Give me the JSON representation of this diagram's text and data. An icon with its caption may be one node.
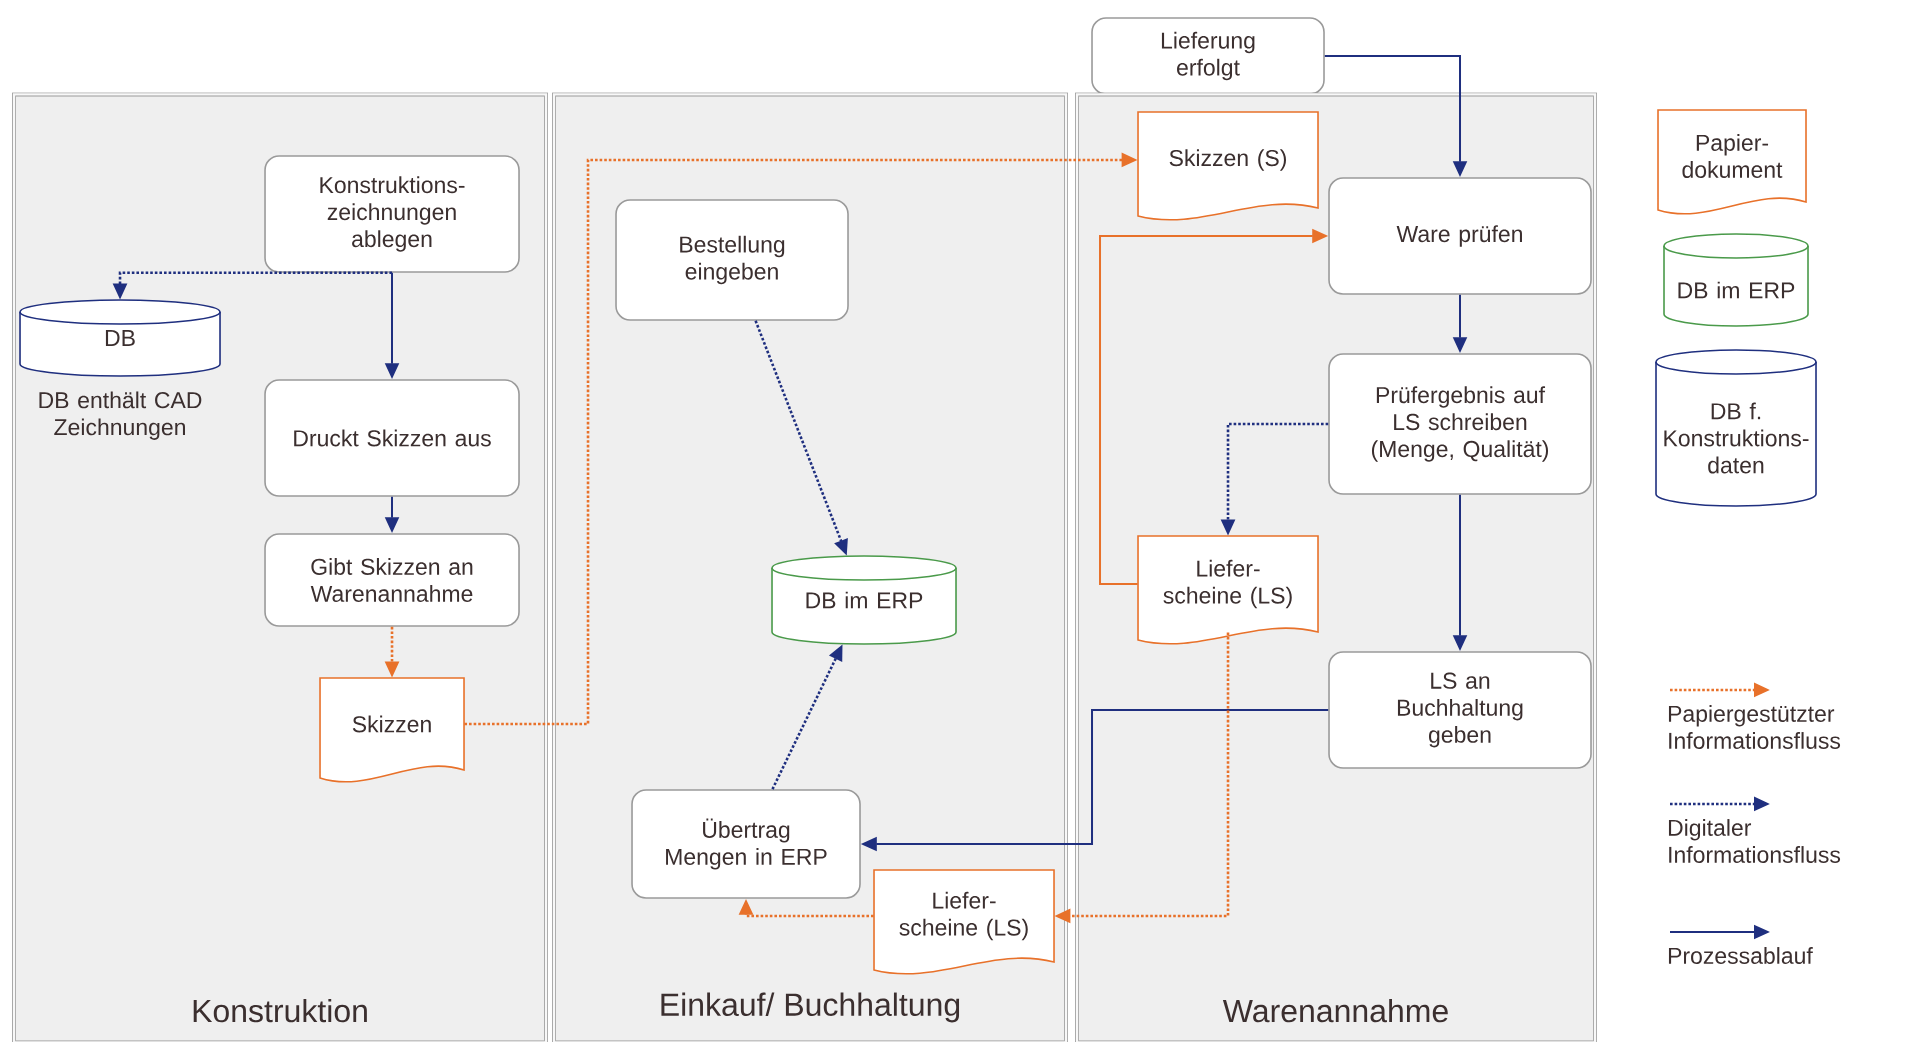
{
  "diagram": {
    "nodes": [
      {
        "text": [
          "Konstruktion"
        ]
      },
      {
        "text": [
          "Konstruktions- zeichnungen ablegen"
        ],
        "in": 0
      },
      {
        "text": [
          "DB"
        ],
        "beside": [
          "DB enthält CAD Zeichnungen"
        ],
        "in": 0
      },
      {
        "text": [
          "Druckt Skizzen aus"
        ],
        "in": 0
      },
      {
        "text": [
          "Gibt Skizzen an Warenannahme"
        ],
        "in": 0
      },
      {
        "text": [
          "Skizzen"
        ],
        "in": 0
      },
      {
        "text": [
          "Einkauf/ Buchhaltung"
        ]
      },
      {
        "text": [
          "Bestellung eingeben"
        ],
        "in": 6
      },
      {
        "text": [
          "DB im ERP"
        ],
        "in": 6
      },
      {
        "text": [
          "Übertrag Mengen in ERP"
        ],
        "in": 6
      },
      {
        "text": [
          "Liefer- scheine (LS)"
        ],
        "in": 6
      },
      {
        "text": [
          "Lieferung erfolgt"
        ]
      },
      {
        "text": [
          "Warenannahme"
        ]
      },
      {
        "text": [
          "Skizzen (S)"
        ],
        "in": 12
      },
      {
        "text": [
          "Ware prüfen"
        ],
        "in": 12
      },
      {
        "text": [
          "Prüfergebnis auf LS schreiben (Menge, Qualität)"
        ],
        "in": 12
      },
      {
        "text": [
          "Liefer- scheine (LS)"
        ],
        "in": 12
      },
      {
        "text": [
          "LS an Buchhaltung geben"
        ],
        "in": 12
      }
    ],
    "edges": [
      {
        "from": 1,
        "to": 2,
        "arrow": "to",
        "style": "dashed"
      },
      {
        "from": 1,
        "to": 3,
        "arrow": "to"
      },
      {
        "from": 3,
        "to": 4,
        "arrow": "to"
      },
      {
        "from": 4,
        "to": 5,
        "arrow": "to",
        "style": "dashed",
        "color": "#e8712a"
      },
      {
        "from": 5,
        "to": 13,
        "arrow": "to",
        "style": "dashed",
        "color": "#e8712a"
      },
      {
        "from": 16,
        "to": 14,
        "arrow": "to",
        "color": "#e8712a"
      },
      {
        "from": 11,
        "to": 14,
        "arrow": "to"
      },
      {
        "from": 14,
        "to": 15,
        "arrow": "to"
      },
      {
        "from": 15,
        "to": 16,
        "arrow": "to",
        "style": "dashed"
      },
      {
        "from": 15,
        "to": 17,
        "arrow": "to"
      },
      {
        "from": 17,
        "to": 9,
        "arrow": "to"
      },
      {
        "from": 16,
        "to": 10,
        "arrow": "to",
        "style": "dashed",
        "color": "#e8712a"
      },
      {
        "from": 10,
        "to": 9,
        "arrow": "to",
        "style": "dashed",
        "color": "#e8712a"
      },
      {
        "from": 7,
        "to": 8,
        "arrow": "to",
        "style": "dashed"
      },
      {
        "from": 9,
        "to": 8,
        "arrow": "to",
        "style": "dashed"
      }
    ],
    "legend": [
      {
        "text": "Papier- dokument"
      },
      {
        "text": "DB im ERP"
      },
      {
        "text": "DB f. Konstruktions- daten"
      },
      {
        "text": "Papiergestützter Informationsfluss"
      },
      {
        "text": "Digitaler Informationsfluss"
      },
      {
        "text": "Prozessablauf"
      }
    ]
  }
}
